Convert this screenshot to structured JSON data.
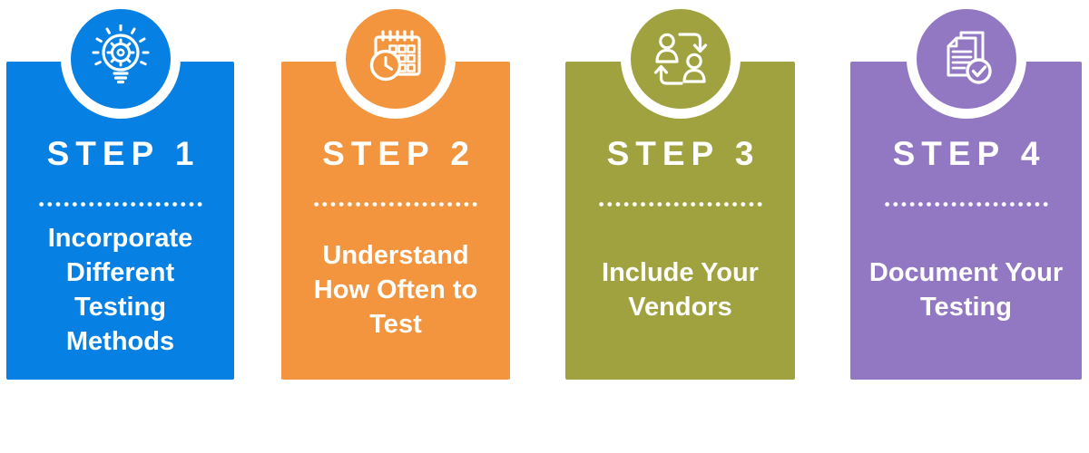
{
  "infographic": {
    "steps": [
      {
        "label": "STEP 1",
        "description": "Incorporate\nDifferent\nTesting\nMethods",
        "color": "#0680E2",
        "icon": "lightbulb-gear-icon"
      },
      {
        "label": "STEP 2",
        "description": "Understand\nHow Often to\nTest",
        "color": "#F2953E",
        "icon": "calendar-clock-icon"
      },
      {
        "label": "STEP 3",
        "description": "Include Your\nVendors",
        "color": "#9FA23E",
        "icon": "people-exchange-icon"
      },
      {
        "label": "STEP 4",
        "description": "Document Your\nTesting",
        "color": "#9277C3",
        "icon": "document-check-icon"
      }
    ]
  }
}
